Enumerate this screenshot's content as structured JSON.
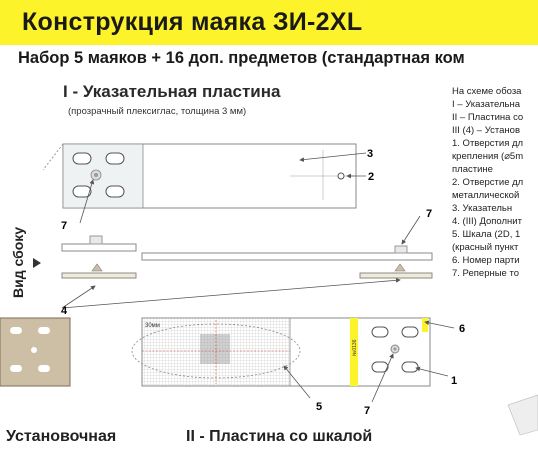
{
  "header": {
    "title": "Конструкция маяка ЗИ-2XL",
    "subtitle": "Набор 5 маяков + 16 доп. предметов (стандартная ком"
  },
  "plate1": {
    "heading": "I - Указательная пластина",
    "note": "(прозрачный плексиглас, толщина 3 мм)"
  },
  "plate2": {
    "heading": "II - Пластина со шкалой"
  },
  "plate3": {
    "heading": "Установочная"
  },
  "side_view": {
    "label": "Вид сбоку"
  },
  "legend": {
    "lines": [
      "На схеме обоза",
      "I – Указательна",
      "II – Пластина со",
      "III (4) – Установ",
      "1. Отверстия дл",
      "крепления (⌀5m",
      "пластине",
      "2. Отверстие дл",
      "металлической",
      "3. Указательн",
      "4. (III) Дополнит",
      "5. Шкала (2D, 1",
      "(красный пункт",
      "6. Номер парти",
      "7. Реперные то"
    ]
  },
  "callouts": {
    "n1": "1",
    "n2": "2",
    "n3": "3",
    "n4": "4",
    "n5": "5",
    "n6": "6",
    "n7a": "7",
    "n7b": "7",
    "n7c": "7"
  },
  "scale_plate": {
    "id_text": "30мм",
    "part_text": "№0136"
  },
  "colors": {
    "header_bg": "#fdf32a",
    "install_plate": "#cdbfa5",
    "plate_outline": "#8a8a8a",
    "scale_red": "#d04040"
  }
}
